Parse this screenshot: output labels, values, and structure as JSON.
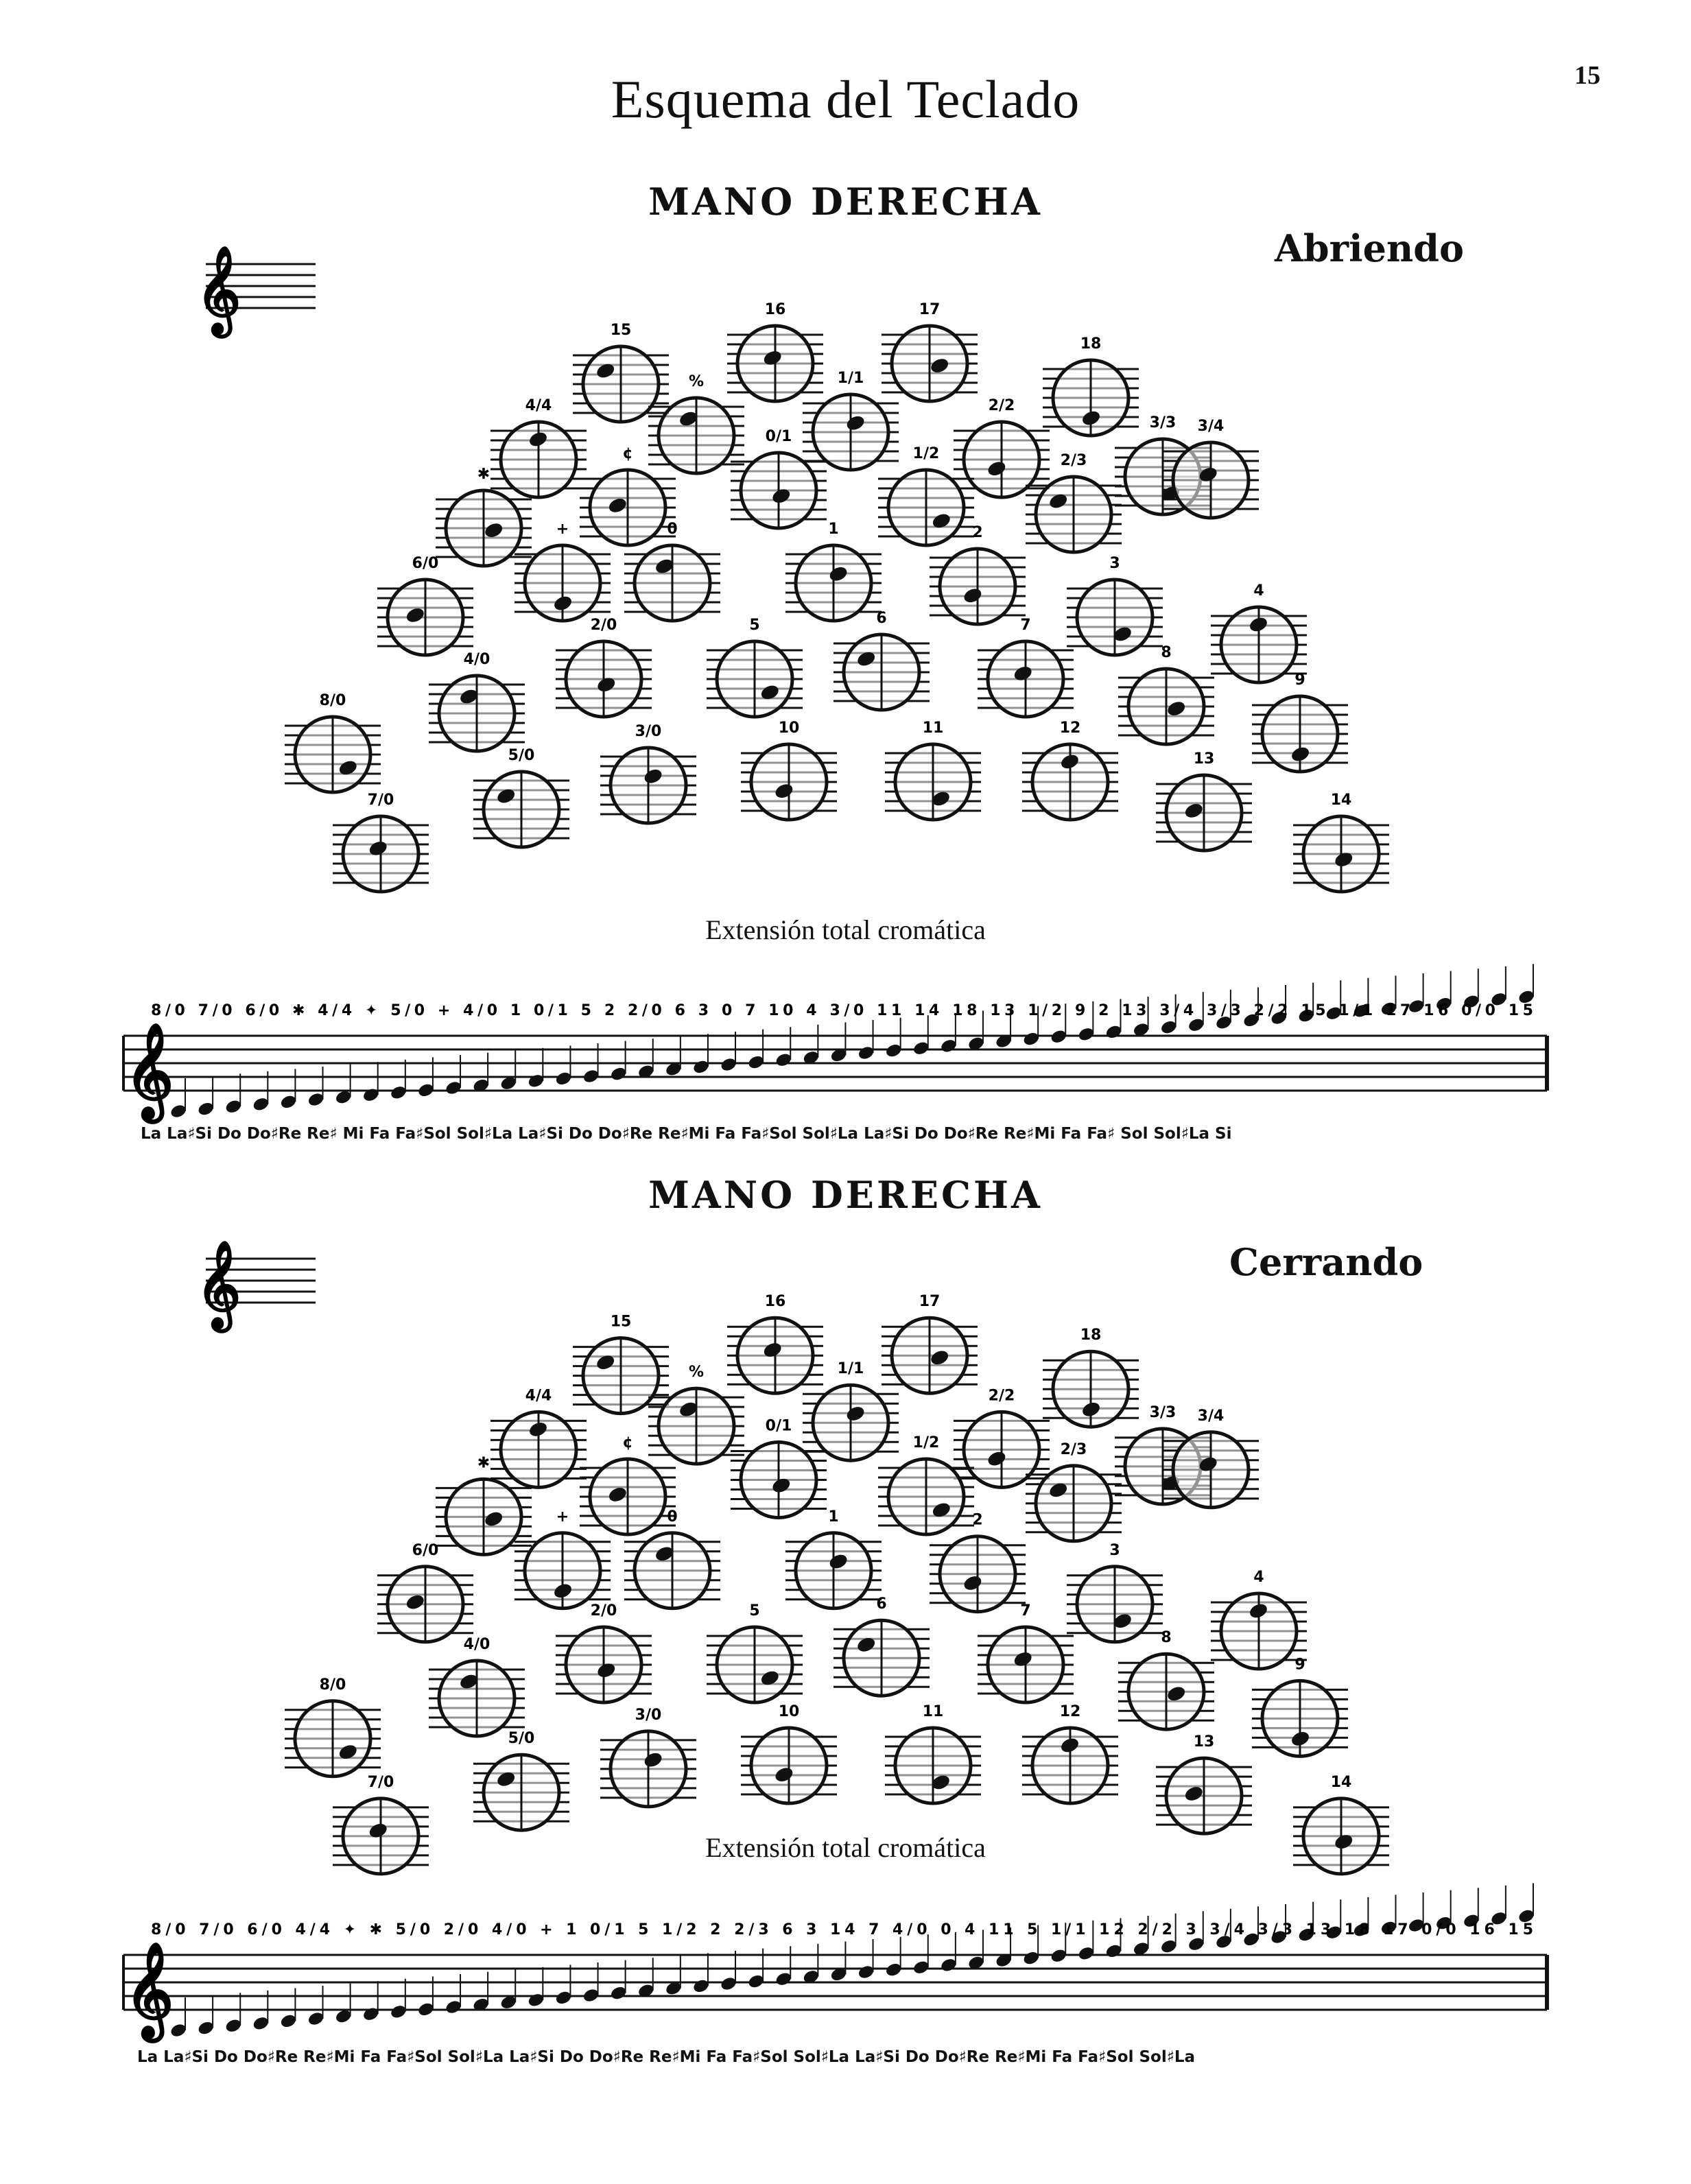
{
  "page": {
    "number": "15",
    "title": "Esquema del Teclado"
  },
  "sections": [
    {
      "title": "MANO DERECHA",
      "direction": "Abriendo",
      "button_labels": [
        "15",
        "16",
        "17",
        "18",
        "%",
        "1/1",
        "2/2",
        "3/3",
        "4/4",
        "¢",
        "0/1",
        "1/2",
        "2/3",
        "3/4",
        "✱",
        "+",
        "0",
        "1",
        "2",
        "3",
        "4",
        "6/0",
        "2/0",
        "5",
        "6",
        "7",
        "8",
        "9",
        "4/0",
        "3/0",
        "10",
        "11",
        "12",
        "13",
        "14",
        "8/0",
        "5/0",
        "7/0"
      ],
      "extension_label": "Extensión total cromática",
      "scale_numbers": "8/0  7/0  6/0  ✱  4/4  ✦  5/0  +  4/0  1  0/1  5  2  2/0  6  3  0  7  10  4  3/0  11  14  18  13  1/2  9  2  13  3/4  3/3  2/2  15  1/1  17  16  0/0  15",
      "note_names": "La  La♯Si  Do  Do♯Re  Re♯  Mi  Fa  Fa♯Sol  Sol♯La  La♯Si  Do  Do♯Re  Re♯Mi Fa Fa♯Sol Sol♯La La♯Si Do Do♯Re Re♯Mi Fa Fa♯ Sol Sol♯La Si"
    },
    {
      "title": "MANO DERECHA",
      "direction": "Cerrando",
      "button_labels": [
        "15",
        "16",
        "17",
        "18",
        "%",
        "1/1",
        "2/2",
        "3/3",
        "4/4",
        "¢",
        "0/1",
        "1/2",
        "2/3",
        "3/4",
        "✱",
        "+",
        "0",
        "1",
        "2",
        "3",
        "4",
        "6/0",
        "2/0",
        "5",
        "6",
        "7",
        "8",
        "9",
        "4/0",
        "3/0",
        "10",
        "11",
        "12",
        "13",
        "14",
        "8/0",
        "5/0",
        "7/0"
      ],
      "extension_label": "Extensión total cromática",
      "scale_numbers": "8/0  7/0  6/0  4/4  ✦  ✱  5/0  2/0  4/0  +  1  0/1  5  1/2  2  2/3  6  3  14  7  4/0  0  4  11  5  1/1  12  2/2  3  3/4  3/3  13  18  17  0/0  16  15",
      "note_names": "La  La♯Si  Do  Do♯Re  Re♯Mi  Fa  Fa♯Sol  Sol♯La  La♯Si  Do  Do♯Re  Re♯Mi  Fa  Fa♯Sol  Sol♯La  La♯Si  Do  Do♯Re  Re♯Mi  Fa  Fa♯Sol  Sol♯La"
    }
  ],
  "colors": {
    "ink": "#111111",
    "paper": "#ffffff"
  }
}
